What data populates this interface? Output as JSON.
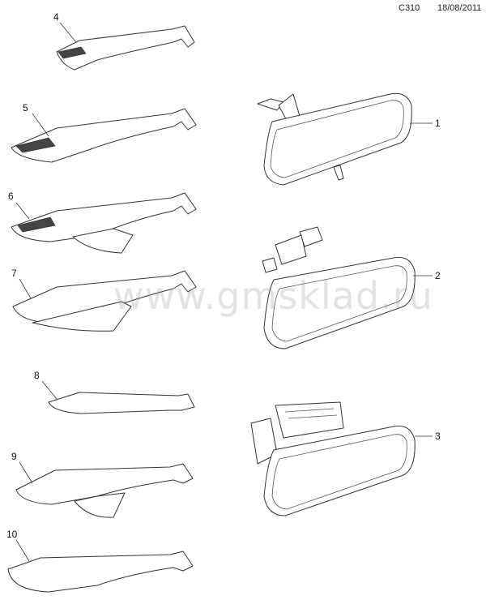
{
  "header": {
    "code": "C310",
    "date": "18/08/2011"
  },
  "watermark": "www.gmsklad.ru",
  "callouts": [
    "1",
    "2",
    "3",
    "4",
    "5",
    "6",
    "7",
    "8",
    "9",
    "10"
  ]
}
